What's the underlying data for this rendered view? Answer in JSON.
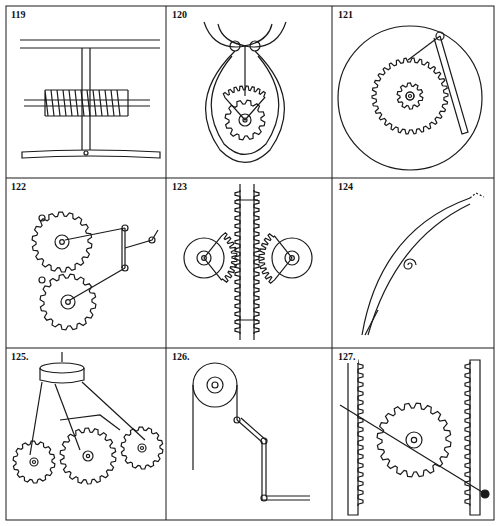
{
  "diagram": {
    "labels": [
      "119",
      "120",
      "121",
      "122",
      "123",
      "124",
      "125.",
      "126.",
      "127."
    ]
  }
}
